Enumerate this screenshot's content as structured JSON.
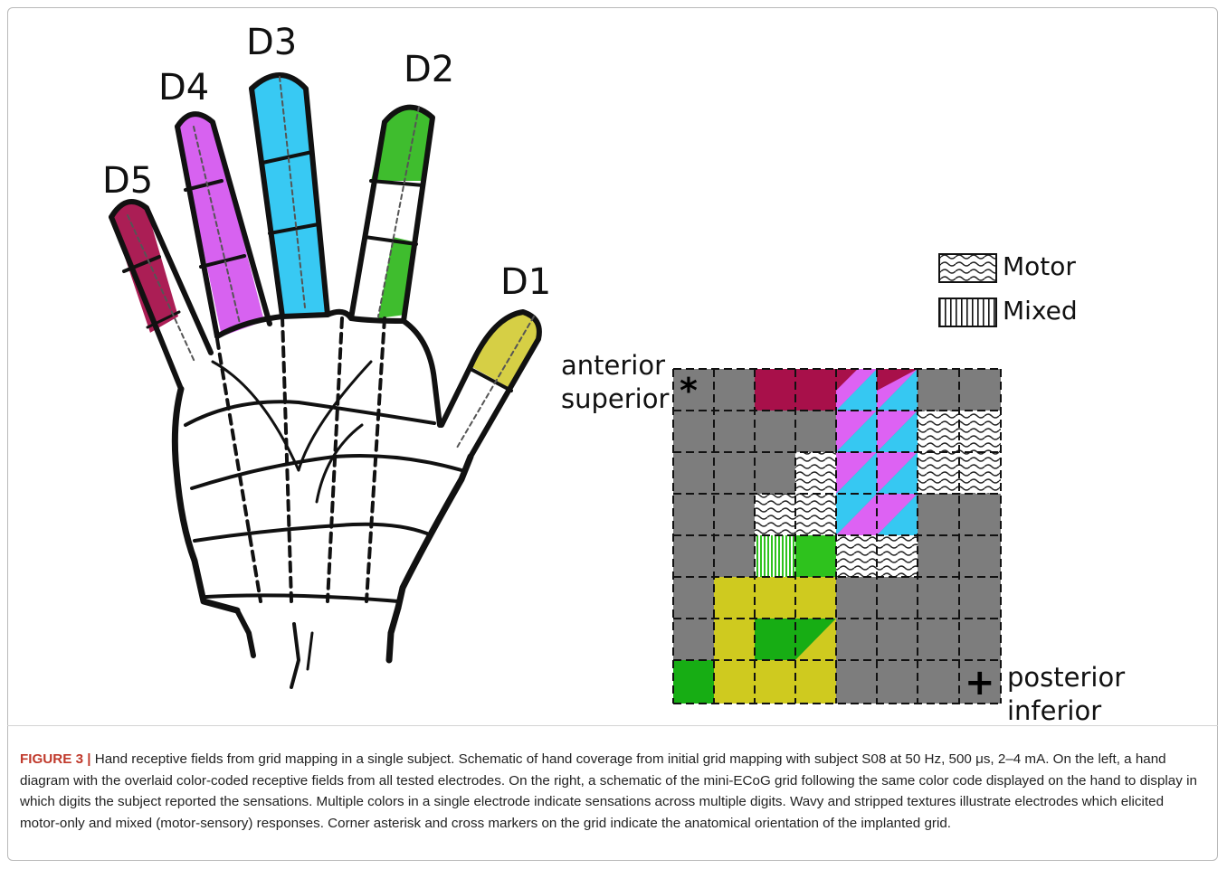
{
  "digits": {
    "d1": "D1",
    "d2": "D2",
    "d3": "D3",
    "d4": "D4",
    "d5": "D5"
  },
  "legend": {
    "motor": "Motor",
    "mixed": "Mixed"
  },
  "orientation": {
    "anterior": "anterior",
    "superior": "superior",
    "posterior": "posterior",
    "inferior": "inferior",
    "corner_top": "*",
    "corner_bottom": "+"
  },
  "colors": {
    "D1": "#d4cc2b",
    "D2": "#2ec21d",
    "D3": "#36c8f2",
    "D4": "#dd62f3",
    "D5": "#a8104a",
    "inactive": "#7d7d7d"
  },
  "caption": {
    "label": "FIGURE 3 |",
    "text": " Hand receptive fields from grid mapping in a single subject. Schematic of hand coverage from initial grid mapping with subject S08 at 50 Hz, 500 μs, 2–4 mA. On the left, a hand diagram with the overlaid color-coded receptive fields from all tested electrodes. On the right, a schematic of the mini-ECoG grid following the same color code displayed on the hand to display in which digits the subject reported the sensations. Multiple colors in a single electrode indicate sensations across multiple digits. Wavy and stripped textures illustrate electrodes which elicited motor-only and mixed (motor-sensory) responses. Corner asterisk and cross markers on the grid indicate the anatomical orientation of the implanted grid."
  }
}
